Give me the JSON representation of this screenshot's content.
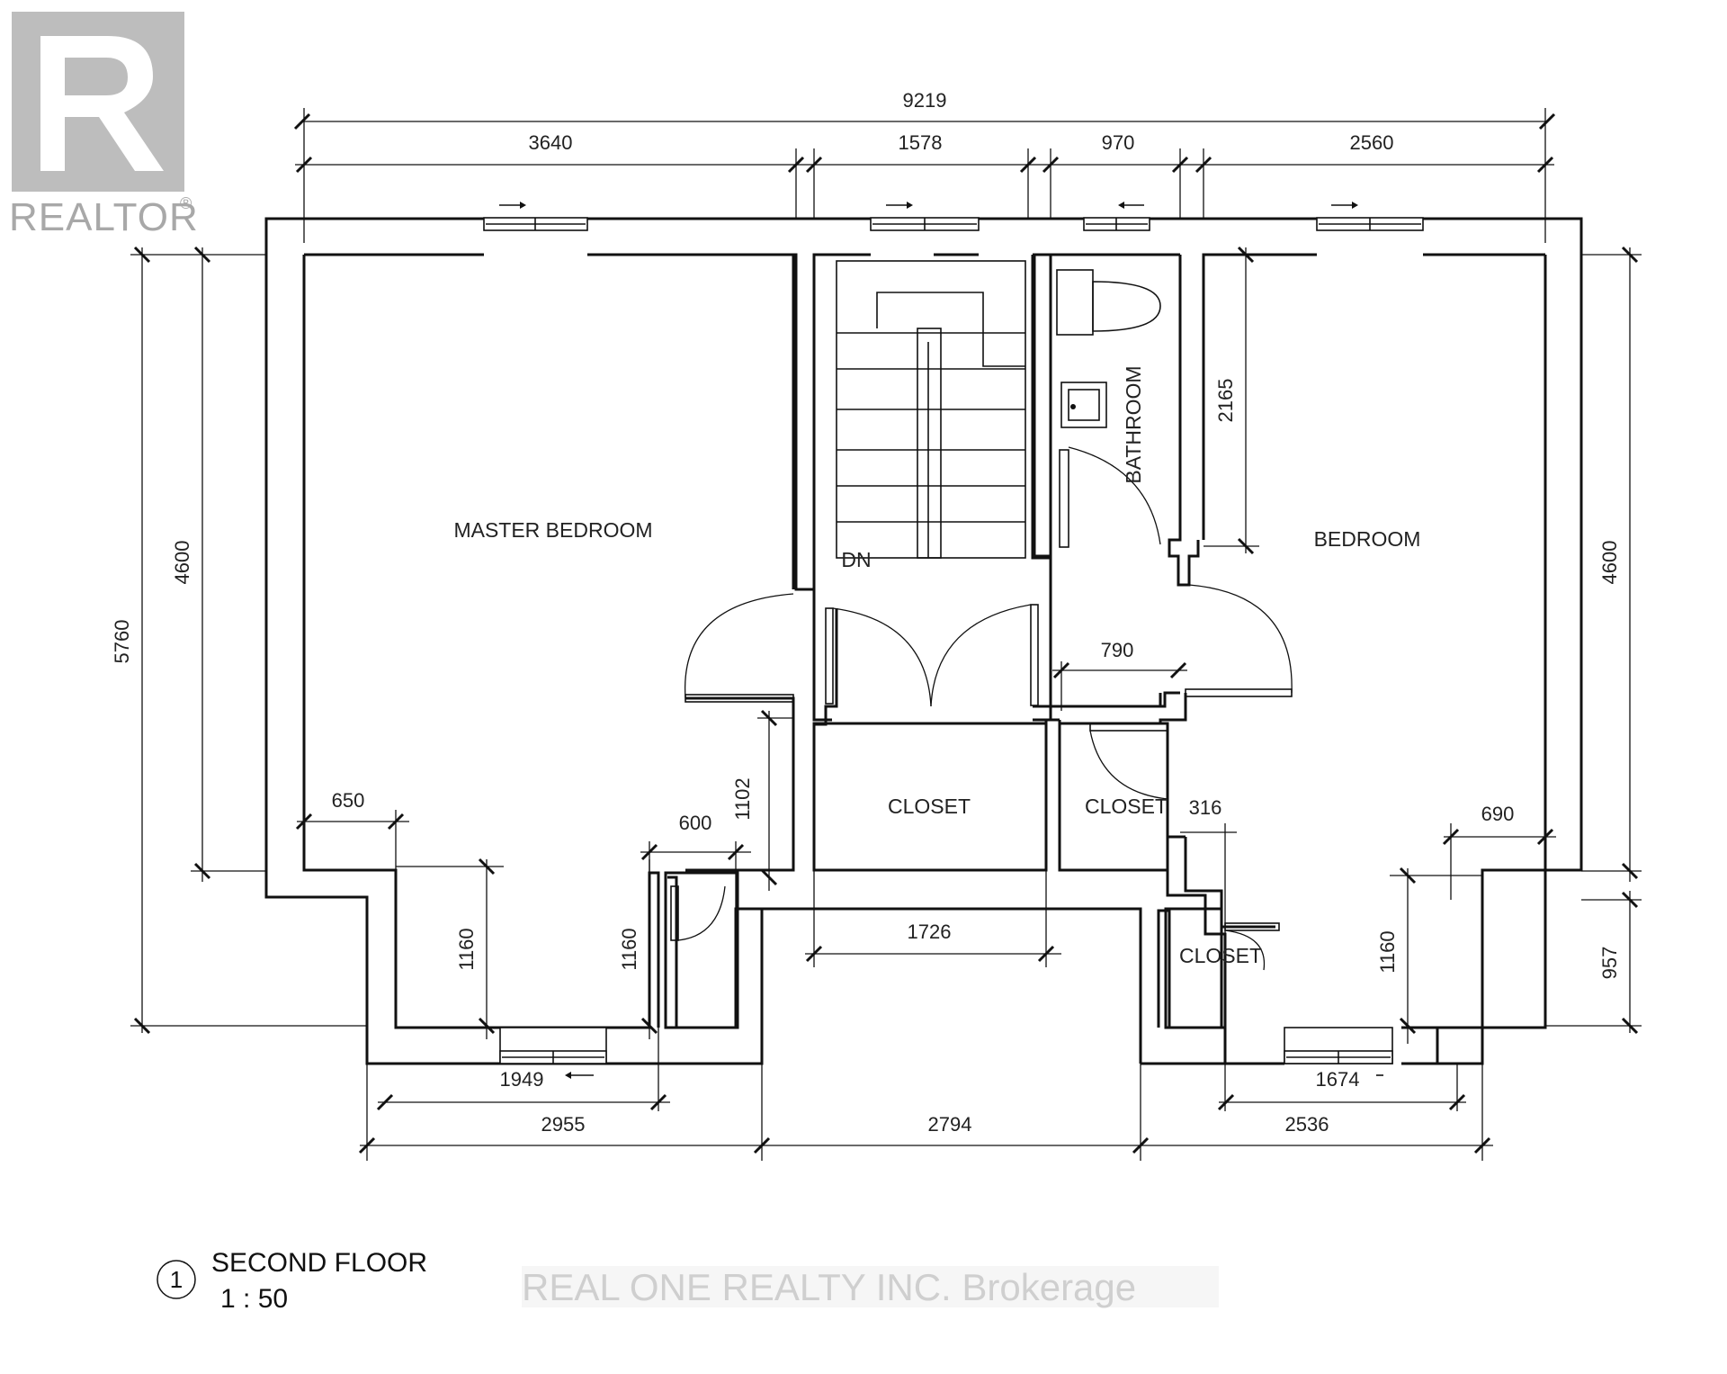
{
  "logo": {
    "text": "REALTOR",
    "mark": "®"
  },
  "dimensions": {
    "overall_width": "9219",
    "top_segments": [
      "3640",
      "1578",
      "970",
      "2560"
    ],
    "left_overall": "5760",
    "left_upper": "4600",
    "right_upper": "4600",
    "right_lower": "957",
    "bath_right": "2165",
    "master_left_jog": "650",
    "master_bay_depth": "1160",
    "closet_corridor": "1102",
    "master_closet_width": "600",
    "master_closet_depth": "1160",
    "bedroom_door": "790",
    "closet_316": "316",
    "bedroom_jog": "690",
    "bedroom_bay_depth": "1160",
    "corridor_width": "1726",
    "master_window": "1949",
    "bedroom_window": "1674",
    "bottom_segments": [
      "2955",
      "2794",
      "2536"
    ]
  },
  "rooms": {
    "master": "MASTER BEDROOM",
    "bathroom": "BATHROOM",
    "bedroom": "BEDROOM",
    "closet_center": "CLOSET",
    "closet_right": "CLOSET",
    "closet_lower": "CLOSET",
    "stair": "DN"
  },
  "title": {
    "number": "1",
    "name": "SECOND FLOOR",
    "scale": "1 : 50"
  },
  "watermark": "REAL ONE REALTY INC. Brokerage"
}
